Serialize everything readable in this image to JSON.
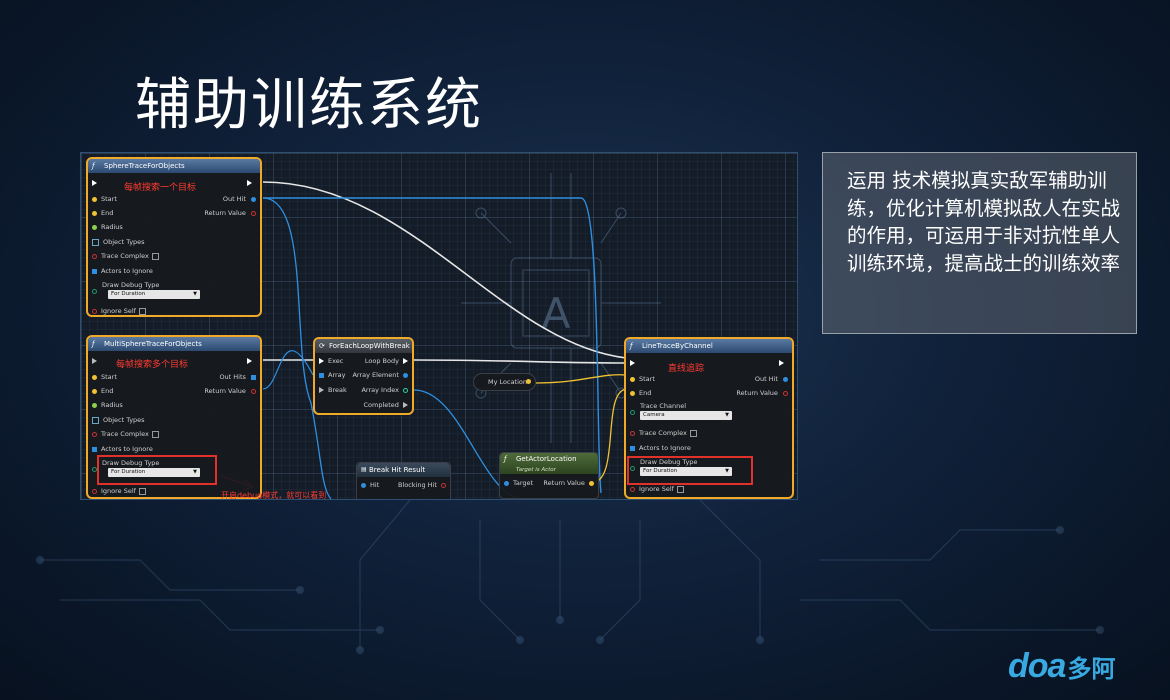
{
  "slide": {
    "title": "辅助训练系统",
    "description": "运用 技术模拟真实敌军辅助训练，优化计算机模拟敌人在实战的作用，可运用于非对抗性单人训练环境，提高战士的训练效率",
    "logo_latin": "doa",
    "logo_cjk": "多阿"
  },
  "blueprint": {
    "sphere_trace": {
      "title": "SphereTraceForObjects",
      "annotation": "每帧搜索一个目标",
      "pins_in": [
        "Start",
        "End",
        "Radius",
        "Object Types",
        "Trace Complex",
        "Actors to Ignore",
        "Draw Debug Type",
        "Ignore Self"
      ],
      "pins_out": [
        "Out Hit",
        "Return Value"
      ],
      "draw_debug_value": "For Duration"
    },
    "multi_sphere_trace": {
      "title": "MultiSphereTraceForObjects",
      "annotation": "每帧搜索多个目标",
      "pins_in": [
        "Start",
        "End",
        "Radius",
        "Object Types",
        "Trace Complex",
        "Actors to Ignore",
        "Draw Debug Type",
        "Ignore Self"
      ],
      "pins_out": [
        "Out Hits",
        "Return Value"
      ],
      "draw_debug_value": "For Duration"
    },
    "for_each": {
      "title": "ForEachLoopWithBreak",
      "pins_in": [
        "Exec",
        "Array",
        "Break"
      ],
      "pins_out": [
        "Loop Body",
        "Array Element",
        "Array Index",
        "Completed"
      ]
    },
    "my_location": {
      "label": "My Location"
    },
    "break_hit": {
      "title": "Break Hit Result",
      "pin_in": "Hit",
      "pin_out": "Blocking Hit"
    },
    "get_actor_location": {
      "title": "GetActorLocation",
      "subtitle": "Target is Actor",
      "pin_in": "Target",
      "pin_out": "Return Value"
    },
    "line_trace": {
      "title": "LineTraceByChannel",
      "annotation": "直线追踪",
      "pins_in": [
        "Start",
        "End",
        "Trace Channel",
        "Trace Complex",
        "Actors to Ignore",
        "Draw Debug Type",
        "Ignore Self"
      ],
      "pins_out": [
        "Out Hit",
        "Return Value"
      ],
      "trace_channel_value": "Camera",
      "draw_debug_value": "For Duration"
    },
    "debug_annotation": "开启debug模式，就可以看到"
  },
  "colors": {
    "accent_logo": "#39a9e1",
    "annotation_red": "#ff3b30",
    "node_border": "#f0a928"
  }
}
